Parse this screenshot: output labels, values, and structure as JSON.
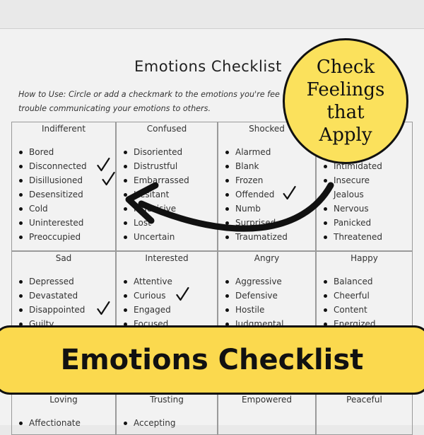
{
  "worksheet": {
    "title": "Emotions Checklist",
    "howto_line1": "How to Use: Circle or add a checkmark to the emotions you're fee",
    "howto_line2": "trouble communicating your emotions to others.",
    "rows": [
      [
        {
          "header": "Indifferent",
          "items": [
            "Bored",
            "Disconnected",
            "Disillusioned",
            "Desensitized",
            "Cold",
            "Uninterested",
            "Preoccupied"
          ],
          "checked": [
            1,
            2
          ]
        },
        {
          "header": "Confused",
          "items": [
            "Disoriented",
            "Distrustful",
            "Embarrassed",
            "Hesitant",
            "Indecisive",
            "Lost",
            "Uncertain"
          ],
          "checked": []
        },
        {
          "header": "Shocked",
          "items": [
            "Alarmed",
            "Blank",
            "Frozen",
            "Offended",
            "Numb",
            "Surprised",
            "Traumatized"
          ],
          "checked": [
            3
          ]
        },
        {
          "header": "",
          "items": [
            "",
            "Intimidated",
            "Insecure",
            "Jealous",
            "Nervous",
            "Panicked",
            "Threatened"
          ],
          "checked": []
        }
      ],
      [
        {
          "header": "Sad",
          "items": [
            "Depressed",
            "Devastated",
            "Disappointed",
            "Guilty"
          ],
          "checked": [
            2
          ]
        },
        {
          "header": "Interested",
          "items": [
            "Attentive",
            "Curious",
            "Engaged",
            "Focused"
          ],
          "checked": [
            1
          ]
        },
        {
          "header": "Angry",
          "items": [
            "Aggressive",
            "Defensive",
            "Hostile",
            "Judgmental"
          ],
          "checked": []
        },
        {
          "header": "Happy",
          "items": [
            "Balanced",
            "Cheerful",
            "Content",
            "Energized"
          ],
          "checked": []
        }
      ],
      [
        {
          "header": "Loving",
          "items": [
            "Affectionate"
          ],
          "checked": []
        },
        {
          "header": "Trusting",
          "items": [
            "Accepting"
          ],
          "checked": []
        },
        {
          "header": "Empowered",
          "items": [],
          "checked": []
        },
        {
          "header": "Peaceful",
          "items": [],
          "checked": []
        }
      ]
    ]
  },
  "badge": {
    "lines": [
      "Check",
      "Feelings",
      "that",
      "Apply"
    ],
    "color": "#fbe15c"
  },
  "banner": {
    "text": "Emotions Checklist",
    "color": "#fbd94e"
  },
  "icons": {
    "check": "checkmark-icon",
    "arrow": "curved-arrow-icon"
  }
}
